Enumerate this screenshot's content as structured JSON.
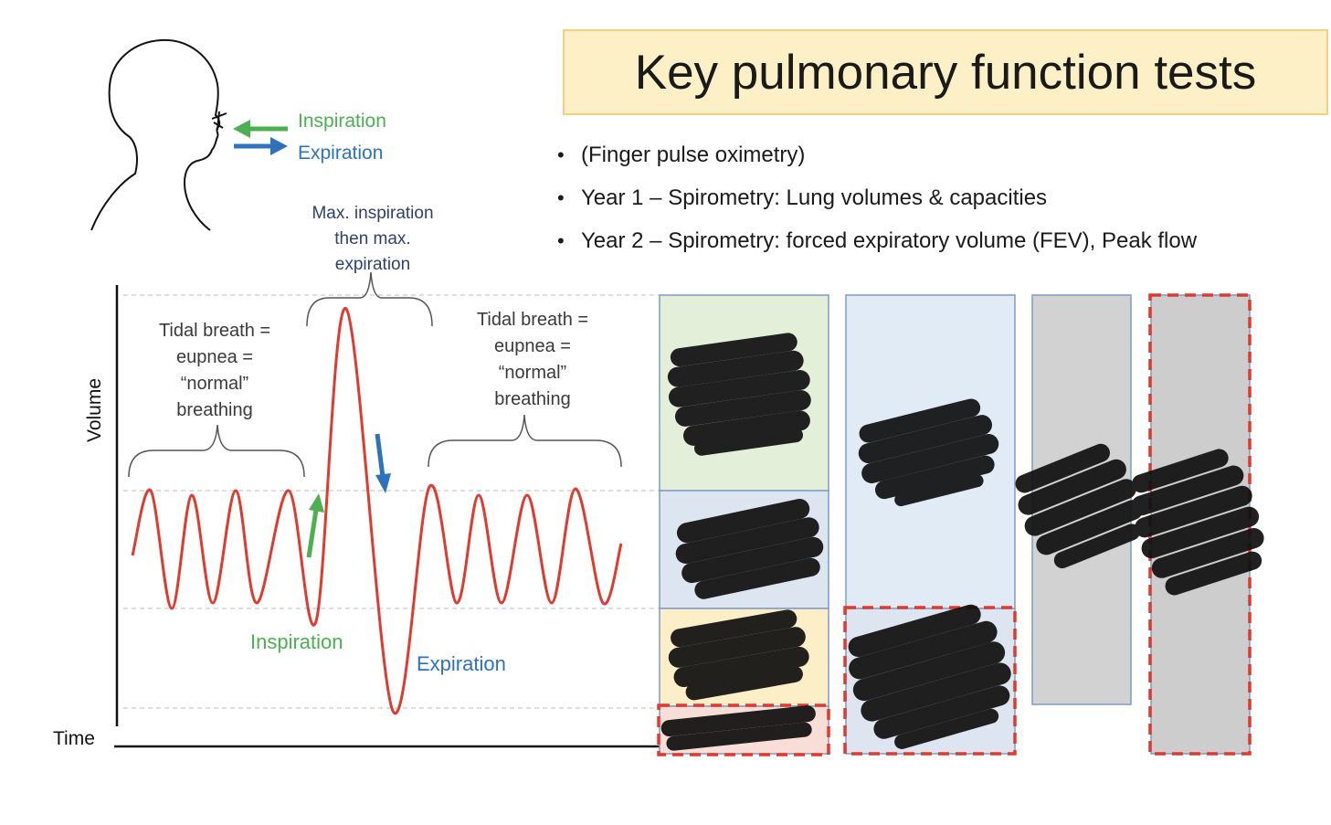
{
  "title": "Key pulmonary function tests",
  "bullets": [
    "(Finger pulse oximetry)",
    "Year 1 – Spirometry: Lung volumes & capacities",
    "Year 2 – Spirometry: forced expiratory volume (FEV), Peak flow"
  ],
  "head_diagram": {
    "inspiration": "Inspiration",
    "expiration": "Expiration"
  },
  "spirogram": {
    "y_axis_label": "Volume",
    "x_axis_label": "Time",
    "tidal_left": [
      "Tidal breath =",
      "eupnea =",
      "“normal”",
      "breathing"
    ],
    "tidal_right": [
      "Tidal breath =",
      "eupnea =",
      "“normal”",
      "breathing"
    ],
    "max_breath": [
      "Max. inspiration",
      "then max.",
      "expiration"
    ],
    "inspiration_label": "Inspiration",
    "expiration_label": "Expiration"
  },
  "colors": {
    "trace": "#e03a2f",
    "inspiration": "#4caf50",
    "expiration": "#2e72bb",
    "title_fill": "#fdf0c6",
    "title_border": "#f1d27a",
    "dashed_highlight": "#e03a2f",
    "redaction": "#111111"
  }
}
